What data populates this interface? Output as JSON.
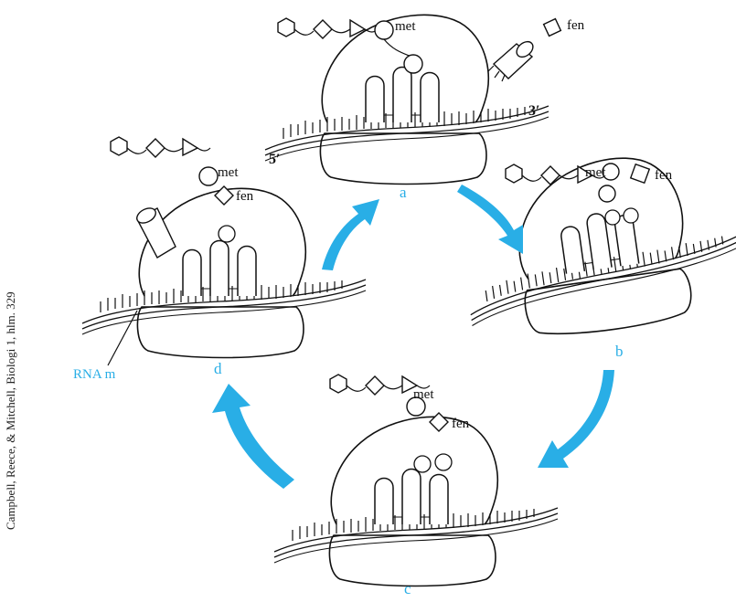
{
  "credit": "Campbell, Reece, & Mitchell, Biologi 1, hlm. 329",
  "accent_color": "#29aee6",
  "line_color": "#111111",
  "mrna_label": "RNA m",
  "end_labels": {
    "five_prime": "5′",
    "three_prime": "3′"
  },
  "amino_labels": {
    "met": "met",
    "fen": "fen"
  },
  "stages": [
    {
      "id": "a",
      "label": "a"
    },
    {
      "id": "b",
      "label": "b"
    },
    {
      "id": "c",
      "label": "c"
    },
    {
      "id": "d",
      "label": "d"
    }
  ],
  "cycle_arrows": [
    "a-to-b",
    "b-to-c",
    "c-to-d",
    "d-to-a"
  ]
}
